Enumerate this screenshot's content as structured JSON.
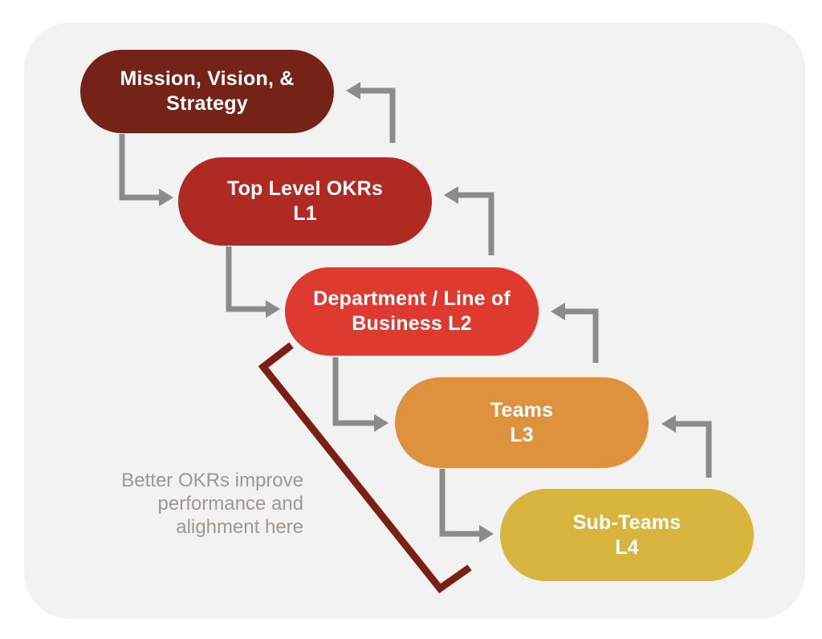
{
  "pills": [
    {
      "id": "mission-vision-strategy",
      "line1": "Mission, Vision, &",
      "line2": "Strategy",
      "color": "#752318"
    },
    {
      "id": "top-level-okrs",
      "line1": "Top Level OKRs",
      "line2": "L1",
      "color": "#AF2A23"
    },
    {
      "id": "department-line-of-business",
      "line1": "Department / Line of",
      "line2": "Business L2",
      "color": "#DF3A2F"
    },
    {
      "id": "teams",
      "line1": "Teams",
      "line2": "L3",
      "color": "#DF923E"
    },
    {
      "id": "sub-teams",
      "line1": "Sub-Teams",
      "line2": "L4",
      "color": "#D8B53E"
    }
  ],
  "caption": {
    "line1": "Better OKRs improve",
    "line2": "performance and",
    "line3": "alighment here",
    "color": "#9B9896"
  },
  "colors": {
    "panel_bg": "#F2F2F2",
    "arrow": "#8B8B8B",
    "bracket": "#7C1F13",
    "pill_text": "#FFFFFF",
    "page_bg": "#FFFFFF"
  }
}
